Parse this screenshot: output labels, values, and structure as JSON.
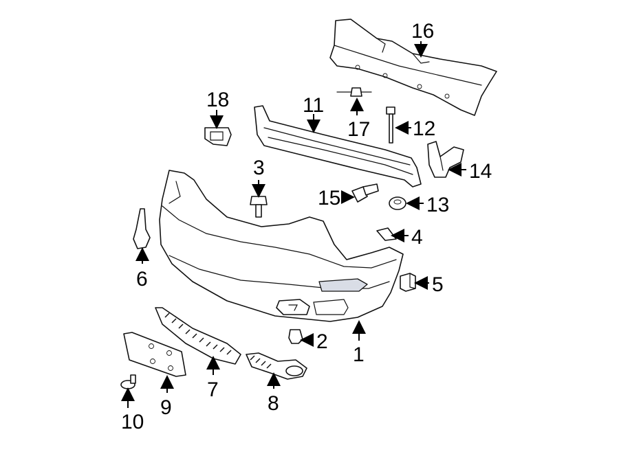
{
  "diagram": {
    "callouts": {
      "p1": "1",
      "p2": "2",
      "p3": "3",
      "p4": "4",
      "p5": "5",
      "p6": "6",
      "p7": "7",
      "p8": "8",
      "p9": "9",
      "p10": "10",
      "p11": "11",
      "p12": "12",
      "p13": "13",
      "p14": "14",
      "p15": "15",
      "p16": "16",
      "p17": "17",
      "p18": "18"
    }
  }
}
